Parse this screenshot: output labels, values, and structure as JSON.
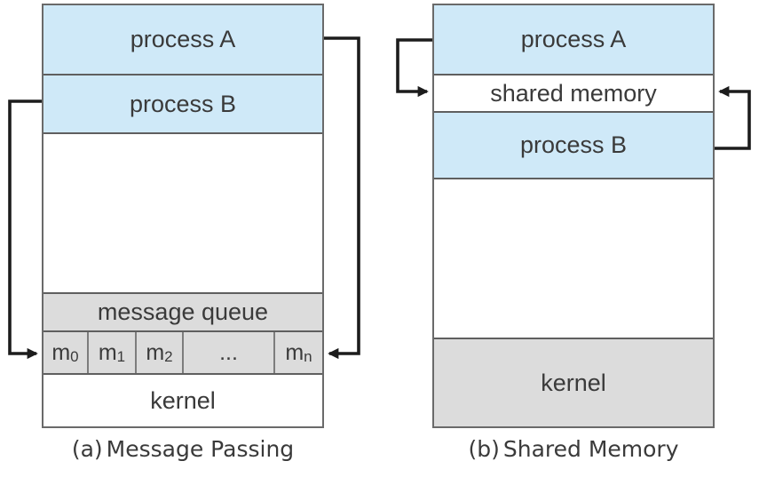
{
  "figure": {
    "panels": [
      {
        "id": "a",
        "caption_label": "(a)",
        "caption_text": "Message Passing",
        "sections": {
          "process_a": "process A",
          "process_b": "process B",
          "message_queue": "message queue",
          "kernel": "kernel"
        },
        "queue_cells": [
          {
            "base": "m",
            "sub": "0"
          },
          {
            "base": "m",
            "sub": "1"
          },
          {
            "base": "m",
            "sub": "2"
          },
          {
            "base": "...",
            "sub": ""
          },
          {
            "base": "m",
            "sub": "n"
          }
        ]
      },
      {
        "id": "b",
        "caption_label": "(b)",
        "caption_text": "Shared Memory",
        "sections": {
          "process_a": "process A",
          "shared_memory": "shared memory",
          "process_b": "process B",
          "kernel": "kernel"
        }
      }
    ],
    "colors": {
      "process_fill": "#cfe9f8",
      "gray_fill": "#dcdcdc",
      "box_border": "#6a6a6a",
      "arrow": "#1c1c1c",
      "text": "#3a3a3a",
      "background": "#ffffff"
    }
  }
}
